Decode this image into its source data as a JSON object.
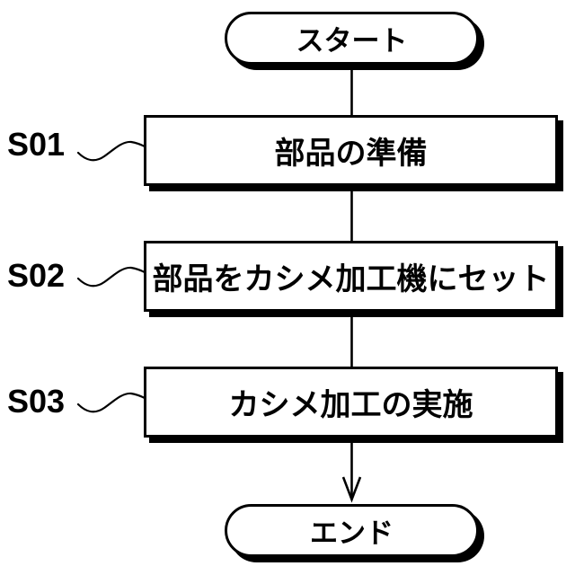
{
  "figure": {
    "type": "flowchart",
    "background_color": "#ffffff",
    "line_color": "#000000",
    "node_fill_color": "#ffffff",
    "start": {
      "label": "スタート"
    },
    "end": {
      "label": "エンド"
    },
    "steps": [
      {
        "id": "S01",
        "label": "部品の準備"
      },
      {
        "id": "S02",
        "label": "部品をカシメ加工機にセット"
      },
      {
        "id": "S03",
        "label": "カシメ加工の実施"
      }
    ]
  }
}
